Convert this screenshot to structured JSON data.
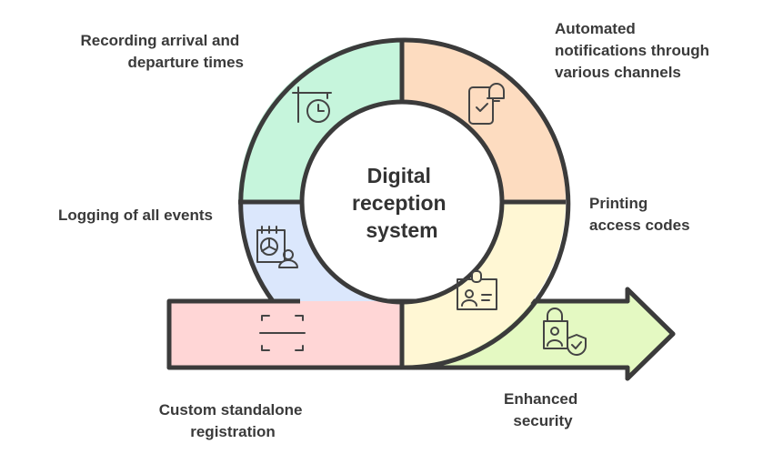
{
  "title": [
    "Digital",
    "reception",
    "system"
  ],
  "segments": [
    {
      "name": "recording",
      "label": [
        "Recording arrival and",
        "departure times"
      ],
      "color": "#c6f5dc",
      "icon": "clock-stand-icon"
    },
    {
      "name": "notifications",
      "label": [
        "Automated",
        "notifications through",
        "various channels"
      ],
      "color": "#fddcc0",
      "icon": "phone-bell-icon"
    },
    {
      "name": "printing",
      "label": [
        "Printing",
        "access codes"
      ],
      "color": "#fff7d4",
      "icon": "id-badge-icon"
    },
    {
      "name": "logging",
      "label": [
        "Logging of all events"
      ],
      "color": "#dbe7fc",
      "icon": "calendar-chart-user-icon"
    },
    {
      "name": "registration",
      "label": [
        "Custom standalone",
        "registration"
      ],
      "color": "#ffd6d6",
      "icon": "scan-frame-icon"
    },
    {
      "name": "security",
      "label": [
        "Enhanced",
        "security"
      ],
      "color": "#e4f9c2",
      "icon": "lock-shield-icon"
    }
  ]
}
